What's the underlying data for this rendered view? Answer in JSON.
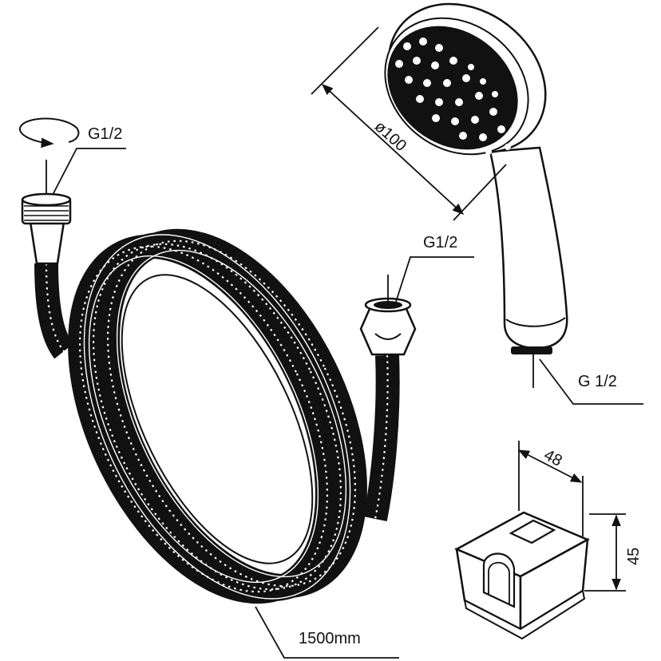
{
  "labels": {
    "hose_end_thread": "G1/2",
    "nut_thread": "G1/2",
    "head_diameter": "ø100",
    "handle_thread": "G 1/2",
    "bracket_width": "48",
    "bracket_height": "45",
    "hose_length": "1500mm"
  },
  "colors": {
    "ink": "#111111",
    "background": "#ffffff"
  }
}
